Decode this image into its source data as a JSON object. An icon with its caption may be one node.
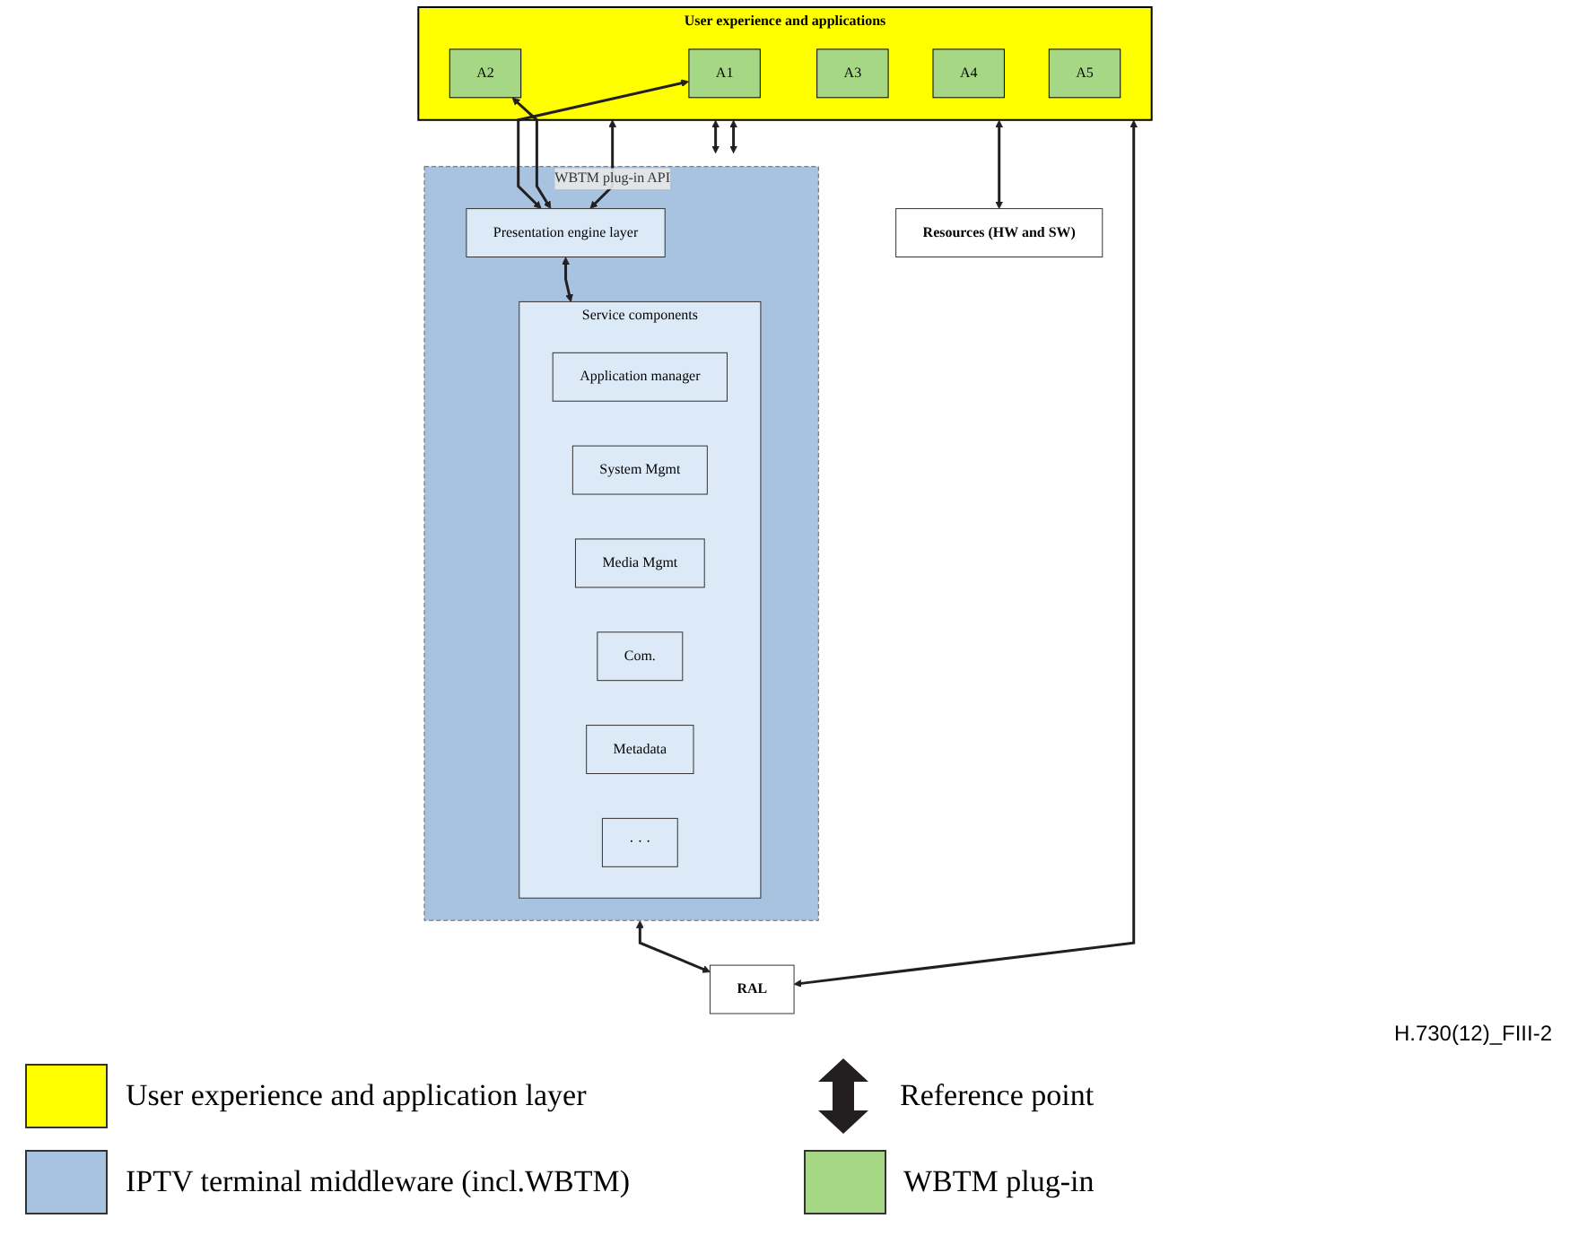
{
  "diagram": {
    "nodes": [
      {
        "text": [
          "User experience and applications"
        ]
      },
      {
        "text": [
          "A1"
        ],
        "in": 0
      },
      {
        "text": [
          "A2"
        ],
        "in": 0
      },
      {
        "text": [
          "A3"
        ],
        "in": 0
      },
      {
        "text": [
          "A4"
        ],
        "in": 0
      },
      {
        "text": [
          "A5"
        ],
        "in": 0
      },
      {
        "text": [],
        "shape": "box"
      },
      {
        "text": [
          "Presentation engine layer"
        ],
        "in": 6
      },
      {
        "text": [
          "Service components"
        ],
        "in": 6
      },
      {
        "text": [
          "Application manager"
        ],
        "in": 8
      },
      {
        "text": [
          "System Mgmt"
        ],
        "in": 8
      },
      {
        "text": [
          "Media Mgmt"
        ],
        "in": 8
      },
      {
        "text": [
          "Com."
        ],
        "in": 8
      },
      {
        "text": [
          "Metadata"
        ],
        "in": 8
      },
      {
        "text": [
          "· · ·"
        ],
        "in": 8
      },
      {
        "text": [
          "RAL"
        ]
      },
      {
        "text": [
          "Resources (HW and SW)"
        ]
      }
    ],
    "edges": [
      {
        "from": 1,
        "to": 7,
        "arrow": "both"
      },
      {
        "from": 2,
        "to": 7,
        "arrow": "both"
      },
      {
        "from": 7,
        "to": 0,
        "arrow": "both",
        "label": "WBTM plug-in API"
      },
      {
        "from": 7,
        "to": 8,
        "arrow": "both"
      },
      {
        "from": 0,
        "to": 6,
        "arrow": "both"
      },
      {
        "from": 0,
        "to": 6,
        "arrow": "both"
      },
      {
        "from": 6,
        "to": 15,
        "arrow": "both"
      },
      {
        "from": 0,
        "to": 15,
        "arrow": "both"
      },
      {
        "from": 0,
        "to": 16,
        "arrow": "both"
      }
    ],
    "labels": [
      "H.730(12)_FIII-2"
    ],
    "legend": [
      {
        "text": "User experience and application layer",
        "color": "#ffff00"
      },
      {
        "text": "Reference point"
      },
      {
        "text": "IPTV terminal middleware (incl.WBTM)",
        "color": "#a7c3e0"
      },
      {
        "text": "WBTM plug-in",
        "color": "#a6d785"
      }
    ]
  }
}
